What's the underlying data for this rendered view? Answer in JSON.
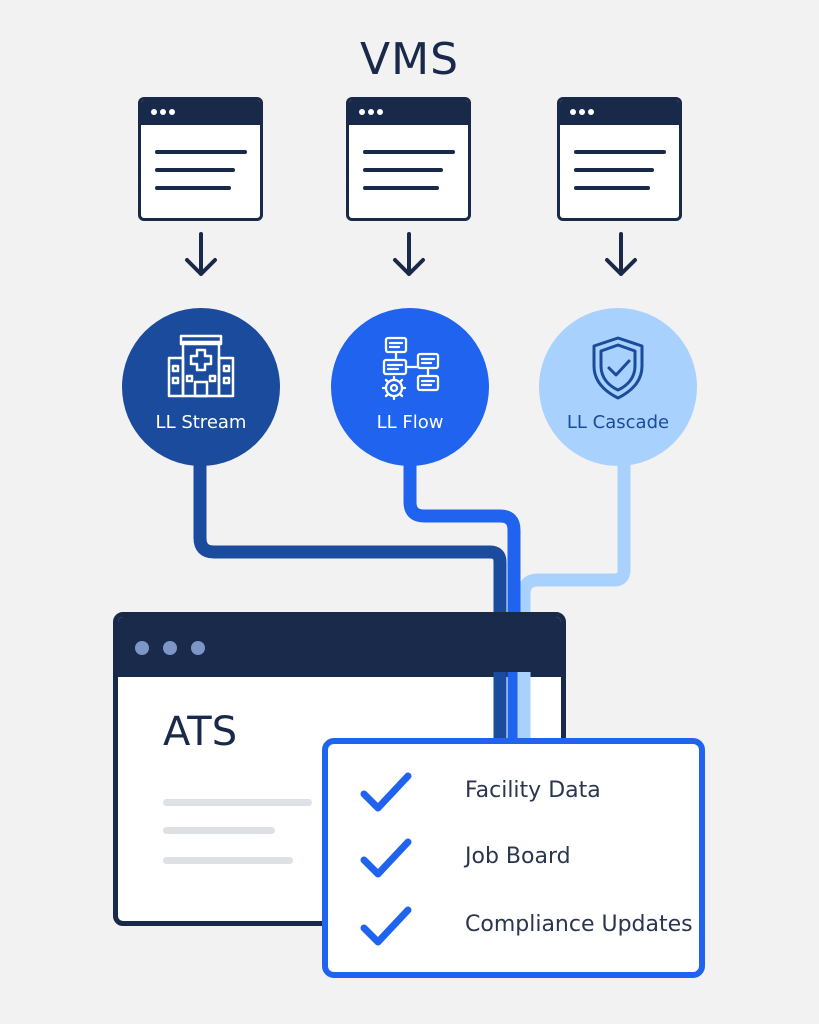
{
  "diagram": {
    "title": "VMS",
    "nodes": [
      {
        "label": "LL Stream",
        "icon": "hospital-building-icon",
        "fill": "#1a4b9c",
        "text_color": "#ffffff"
      },
      {
        "label": "LL Flow",
        "icon": "workflow-gear-icon",
        "fill": "#1f63ef",
        "text_color": "#ffffff"
      },
      {
        "label": "LL Cascade",
        "icon": "shield-check-icon",
        "fill": "#a9d1fd",
        "text_color": "#1a4b9c"
      }
    ],
    "ats_label": "ATS",
    "checklist": [
      "Facility Data",
      "Job Board",
      "Compliance Updates"
    ],
    "colors": {
      "dark_navy": "#18294a",
      "connector_stream": "#1a4b9c",
      "connector_flow": "#1f63ef",
      "connector_cascade": "#a9d1fd",
      "check": "#1f63ef",
      "background": "#f3f2f3"
    }
  }
}
